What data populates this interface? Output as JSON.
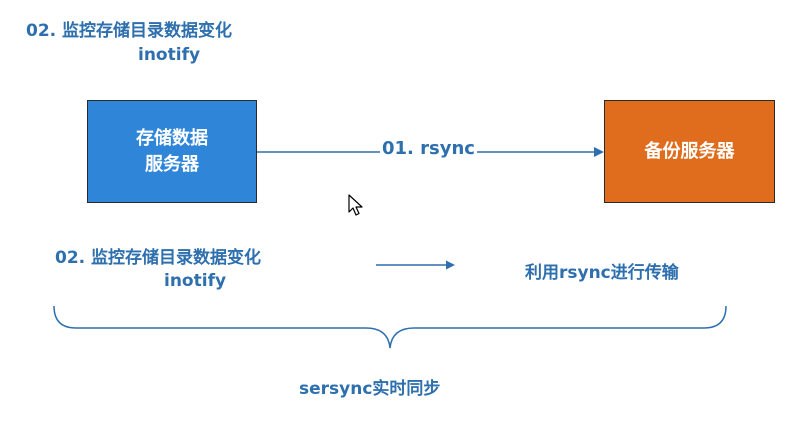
{
  "title": {
    "line1": "02. 监控存储目录数据变化",
    "line2": "inotify"
  },
  "storage_box": {
    "line1": "存储数据",
    "line2": "服务器",
    "color": "#2f86d9"
  },
  "backup_box": {
    "label": "备份服务器",
    "color": "#e06c1d"
  },
  "connector_label": "01. rsync",
  "lower": {
    "monitor_line1": "02. 监控存储目录数据变化",
    "monitor_line2": "inotify",
    "transfer": "利用rsync进行传输",
    "summary": "sersync实时同步"
  },
  "text_color": "#2e6fae",
  "icons": {
    "pointer": "mouse-cursor-icon"
  }
}
